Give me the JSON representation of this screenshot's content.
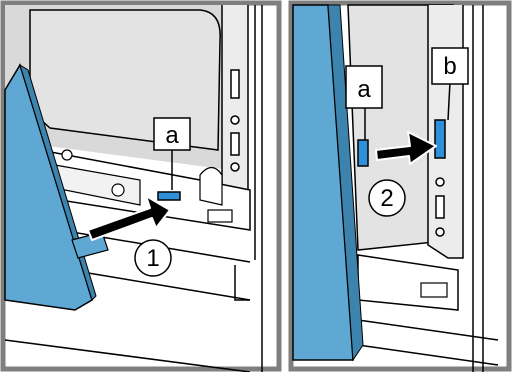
{
  "figure": {
    "panel_left": {
      "callout": "a",
      "step": "1"
    },
    "panel_right": {
      "callout_part": "a",
      "callout_slot": "b",
      "step": "2"
    },
    "colors": {
      "frame": "#7f7f7f",
      "appliance": "#d9d9d9",
      "appliance_light": "#ececec",
      "door_panel": "#5fa8d3",
      "door_panel_dark": "#3c83ad",
      "hinge_slot": "#2f8fd8",
      "arrow": "#000000",
      "line": "#000000"
    }
  }
}
